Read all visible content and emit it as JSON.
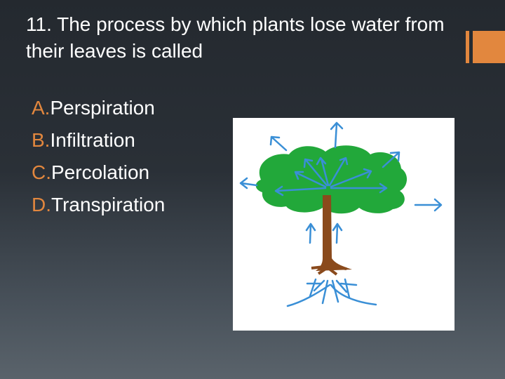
{
  "slide": {
    "title": "11. The process by which plants lose water from their leaves is called",
    "options": [
      {
        "letter": "A.",
        "text": "Perspiration"
      },
      {
        "letter": "B.",
        "text": "Infiltration"
      },
      {
        "letter": "C.",
        "text": "Percolation"
      },
      {
        "letter": "D.",
        "text": "Transpiration"
      }
    ]
  },
  "colors": {
    "accent": "#e2873e",
    "background_top": "#24292f",
    "background_bottom": "#5a636b",
    "foliage": "#22a83a",
    "trunk": "#8a4a1c",
    "arrows": "#3a8fd6"
  },
  "figure": {
    "subject": "tree-transpiration-diagram"
  }
}
